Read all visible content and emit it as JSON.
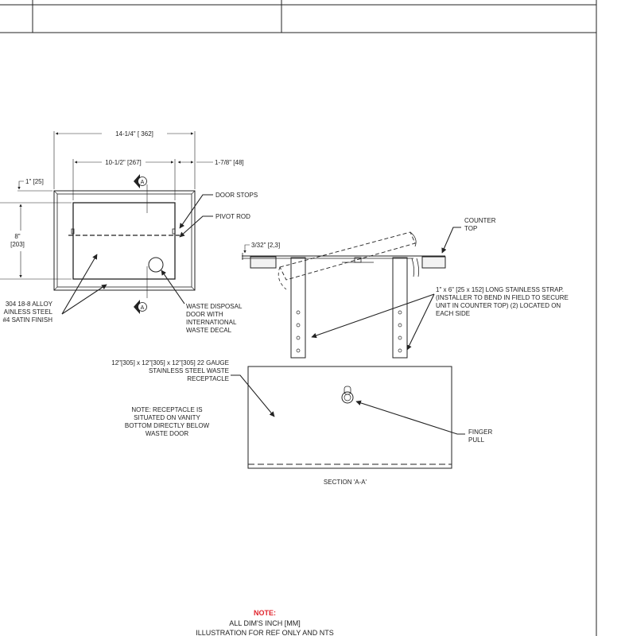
{
  "title_block": {
    "cell_1": "",
    "cell_2": "",
    "cell_3": ""
  },
  "plan_view": {
    "dim_overall_width": "14-1/4\" [ 362]",
    "dim_door_width": "10-1/2\" [267]",
    "dim_side": "1-7/8\" [48]",
    "dim_top": "1\" [25]",
    "dim_height_in": "8\"",
    "dim_height_mm": "[203]",
    "section_marker": "A",
    "label_door_stops": "DOOR STOPS",
    "label_pivot_rod": "PIVOT ROD",
    "label_material_line1": "304 18-8 ALLOY",
    "label_material_line2": "AINLESS STEEL",
    "label_material_line3": "#4 SATIN FINISH",
    "label_waste_door": [
      "WASTE DISPOSAL",
      "DOOR WITH",
      "INTERNATIONAL",
      "WASTE DECAL"
    ]
  },
  "section_view": {
    "label_counter_top": [
      "COUNTER",
      "TOP"
    ],
    "dim_thickness": "3/32\" [2,3]",
    "label_strap": [
      "1\" x 6\" [25 x 152] LONG STAINLESS STRAP.",
      "(INSTALLER TO BEND IN FIELD TO SECURE",
      "UNIT IN COUNTER TOP) (2) LOCATED ON",
      "EACH SIDE"
    ],
    "label_receptacle": [
      "12\"[305] x 12\"[305] x 12\"[305] 22 GAUGE",
      "STAINLESS STEEL WASTE",
      "RECEPTACLE"
    ],
    "note_receptacle": [
      "NOTE: RECEPTACLE IS",
      "SITUATED ON VANITY",
      "BOTTOM DIRECTLY BELOW",
      "WASTE DOOR"
    ],
    "label_finger_pull": [
      "FINGER",
      "PULL"
    ],
    "caption": "SECTION 'A-A'"
  },
  "footer_note": {
    "heading": "NOTE:",
    "line1": "ALL DIM'S INCH [MM]",
    "line2": "ILLUSTRATION FOR REF ONLY AND NTS"
  },
  "colors": {
    "line": "#222222",
    "note_heading": "#e0242c"
  }
}
